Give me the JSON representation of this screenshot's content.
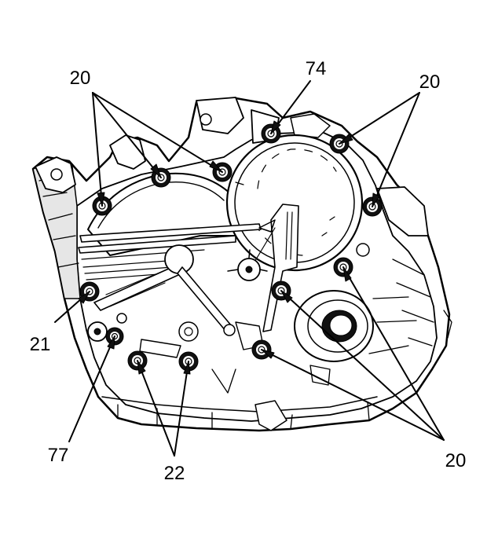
{
  "callouts": {
    "c20_top_left": "20",
    "c74": "74",
    "c20_top_right": "20",
    "c21": "21",
    "c77": "77",
    "c22": "22",
    "c20_bottom_right": "20"
  },
  "colors": {
    "line": "#000000",
    "fill": "#ffffff",
    "shade": "#e6e6e6"
  }
}
